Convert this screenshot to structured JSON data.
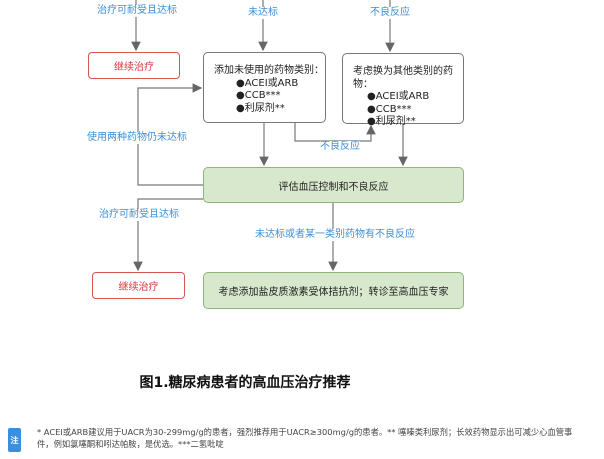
{
  "top_labels": {
    "tolerated": "治疗可耐受且达标",
    "not_reached": "未达标",
    "adverse": "不良反应"
  },
  "continue_label": "继续治疗",
  "add_box": {
    "title": "添加未使用的药物类别：",
    "items": [
      "●ACEI或ARB",
      "●CCB***",
      "●利尿剂**"
    ]
  },
  "switch_box": {
    "title": "考虑换为其他类别的药物：",
    "items": [
      "●ACEI或ARB",
      "●CCB***",
      "●利尿剂**"
    ]
  },
  "two_drugs_label": "使用两种药物仍未达标",
  "adverse_label": "不良反应",
  "evaluate_box": "评估血压控制和不良反应",
  "tolerated_label2": "治疗可耐受且达标",
  "not_reached_or_adverse": "未达标或者某一类别药物有不良反应",
  "final_box": "考虑添加盐皮质激素受体拮抗剂；转诊至高血压专家",
  "figure_title": "图1.糖尿病患者的高血压治疗推荐",
  "note": {
    "icon_label": "注",
    "text": "* ACEI或ARB建议用于UACR为30-299mg/g的患者，强烈推荐用于UACR≥300mg/g的患者。** 噻嗪类利尿剂；长效药物显示出可减少心血管事件，例如氯噻酮和吲达帕胺，是优选。***二氢吡啶"
  },
  "colors": {
    "label_blue": "#3d8fd6",
    "red": "#d9363e",
    "green_fill": "#d8e8cc",
    "note_icon": "#3b8fe0"
  }
}
